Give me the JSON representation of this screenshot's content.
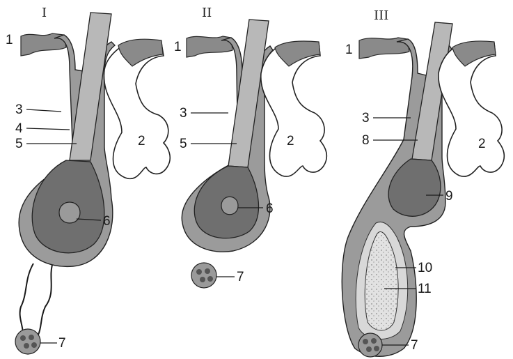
{
  "panels": [
    {
      "numeral": "I",
      "labels": {
        "l1": "1",
        "l2": "2",
        "l3": "3",
        "l4": "4",
        "l5": "5",
        "l6": "6",
        "l7": "7"
      }
    },
    {
      "numeral": "II",
      "labels": {
        "l1": "1",
        "l2": "2",
        "l3": "3",
        "l5": "5",
        "l6": "6",
        "l7": "7"
      }
    },
    {
      "numeral": "III",
      "labels": {
        "l1": "1",
        "l2": "2",
        "l3": "3",
        "l7": "7",
        "l8": "8",
        "l9": "9",
        "l10": "10",
        "l11": "11"
      }
    }
  ]
}
